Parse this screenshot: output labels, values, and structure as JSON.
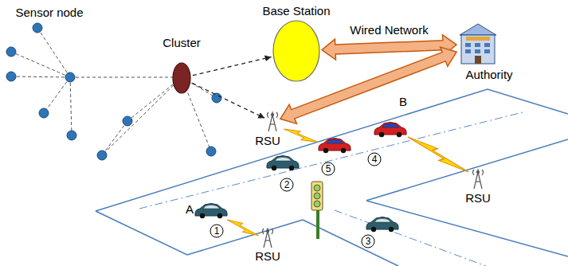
{
  "diagram": {
    "nodes": [
      {
        "text": [
          "Cluster"
        ]
      },
      {
        "text": [
          "Base Station"
        ]
      },
      {
        "text": [
          "Authority"
        ]
      },
      {
        "text": [
          "RSU"
        ]
      },
      {
        "text": [
          "RSU"
        ]
      },
      {
        "text": [
          "RSU"
        ]
      }
    ],
    "edges": [
      {
        "from": 0,
        "to": 1,
        "arrow": "to"
      },
      {
        "from": 0,
        "to": 3,
        "arrow": "to"
      },
      {
        "from": 1,
        "to": 2,
        "arrow": "both",
        "label": "Wired Network"
      },
      {
        "from": 2,
        "to": 3,
        "arrow": "both"
      }
    ],
    "labels": [
      "Sensor node",
      "B",
      "4",
      "5",
      "2",
      "A",
      "1",
      "3"
    ]
  }
}
